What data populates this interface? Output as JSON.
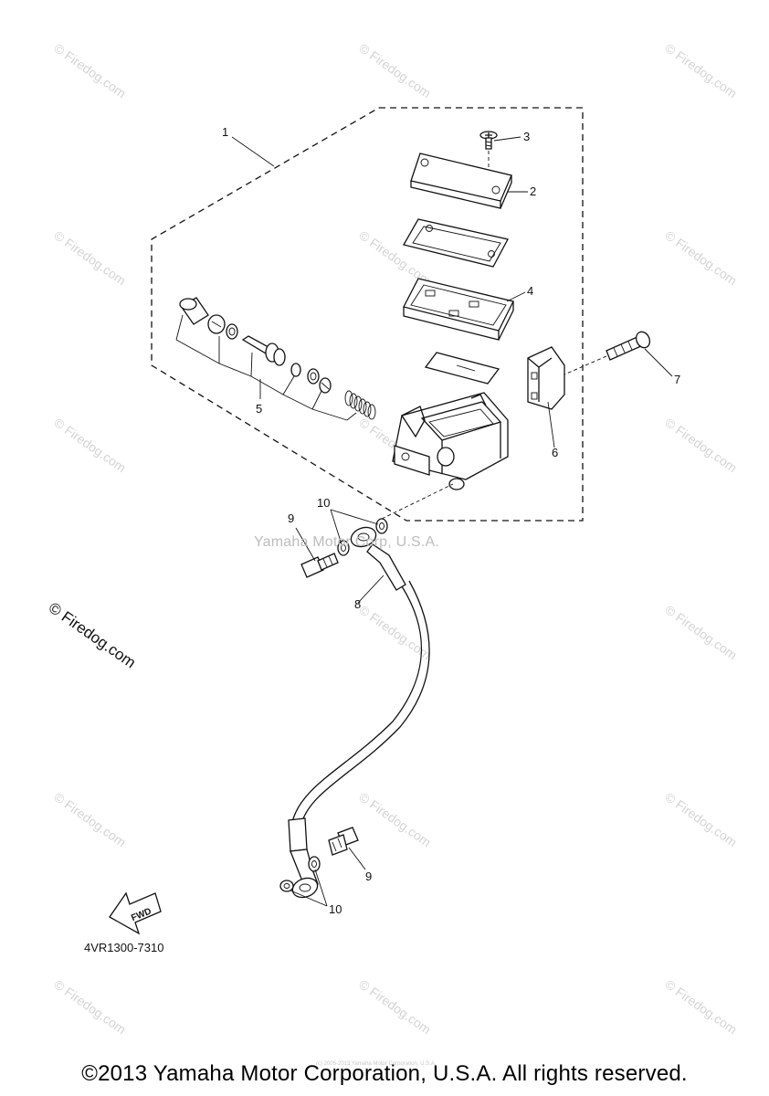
{
  "diagram": {
    "part_labels": {
      "p1": "1",
      "p2": "2",
      "p3": "3",
      "p4": "4",
      "p5": "5",
      "p6": "6",
      "p7": "7",
      "p8": "8",
      "p9a": "9",
      "p9b": "9",
      "p10a": "10",
      "p10b": "10"
    },
    "fwd_label": "FWD",
    "diagram_code": "4VR1300-7310"
  },
  "watermarks": {
    "firedog": "© Firedog.com",
    "center": "Yamaha Motor Corp, U.S.A."
  },
  "footer": {
    "small_text": "(c) 2005-2013 Yamaha Motor Corporation, U.S.A.",
    "copyright": "©2013 Yamaha Motor Corporation, U.S.A. All rights reserved."
  }
}
